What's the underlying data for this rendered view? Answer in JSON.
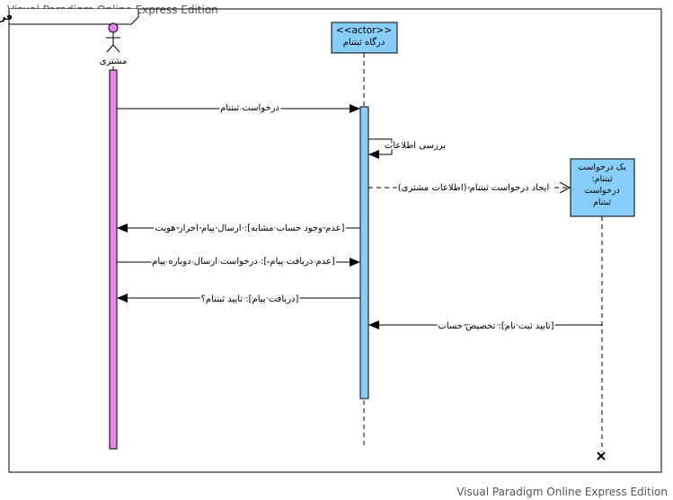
{
  "watermark": {
    "top_left": "Visual Paradigm Online Express Edition",
    "bottom_right": "Visual Paradigm Online Express Edition"
  },
  "frame": {
    "label": "sd فرآیند ثبتنام مشتری"
  },
  "colors": {
    "customer_activation": "#ee82ee",
    "lifeline_box": "#87cefa",
    "actor_head": "#ee82ee",
    "line": "#000000"
  },
  "participants": {
    "customer": {
      "label": "مشتری",
      "icon": "stick-figure-actor-icon"
    },
    "portal": {
      "stereotype": "<<actor>>",
      "label": "درگاه ثبتنام"
    },
    "request": {
      "label_lines": [
        "یک درخواست",
        "ثبتنام:",
        "درخواست",
        "ثبتنام"
      ]
    }
  },
  "messages": {
    "m1": "درخواست ثبتنام",
    "m2": "بررسی اطلاعات",
    "m3": "ایجاد درخواست ثبتنام (اطلاعات مشتری)",
    "m4": "[عدم وجود حساب مشابه]: ارسال پیام احراز هویت",
    "m5": "[عدم دریافت پیام ]: درخواست ارسال دوباره پیام",
    "m6": "[دریافت پیام]: تایید ثبتنام؟",
    "m7": "[تایید ثبت نام]: تخصیص حساب"
  }
}
